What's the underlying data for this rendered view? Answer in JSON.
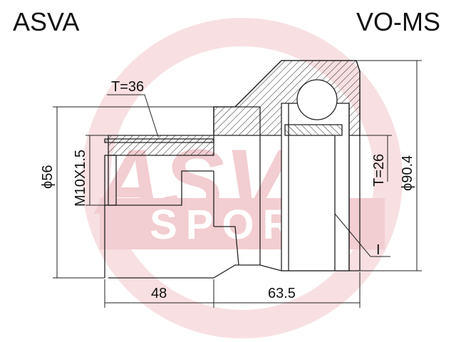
{
  "header": {
    "brand": "ASVA",
    "part_number": "VO-MS"
  },
  "watermark": {
    "line1": "ASVA",
    "line2": "SPORT",
    "color": "#e8a6ad"
  },
  "dimensions": {
    "thread_length": "T=36",
    "shaft_diameter": "ϕ56",
    "thread_size": "M10X1.5",
    "inner_teeth": "T=26",
    "outer_diameter": "ϕ90.4",
    "length_left": "48",
    "length_right": "63.5",
    "marker": "I"
  }
}
